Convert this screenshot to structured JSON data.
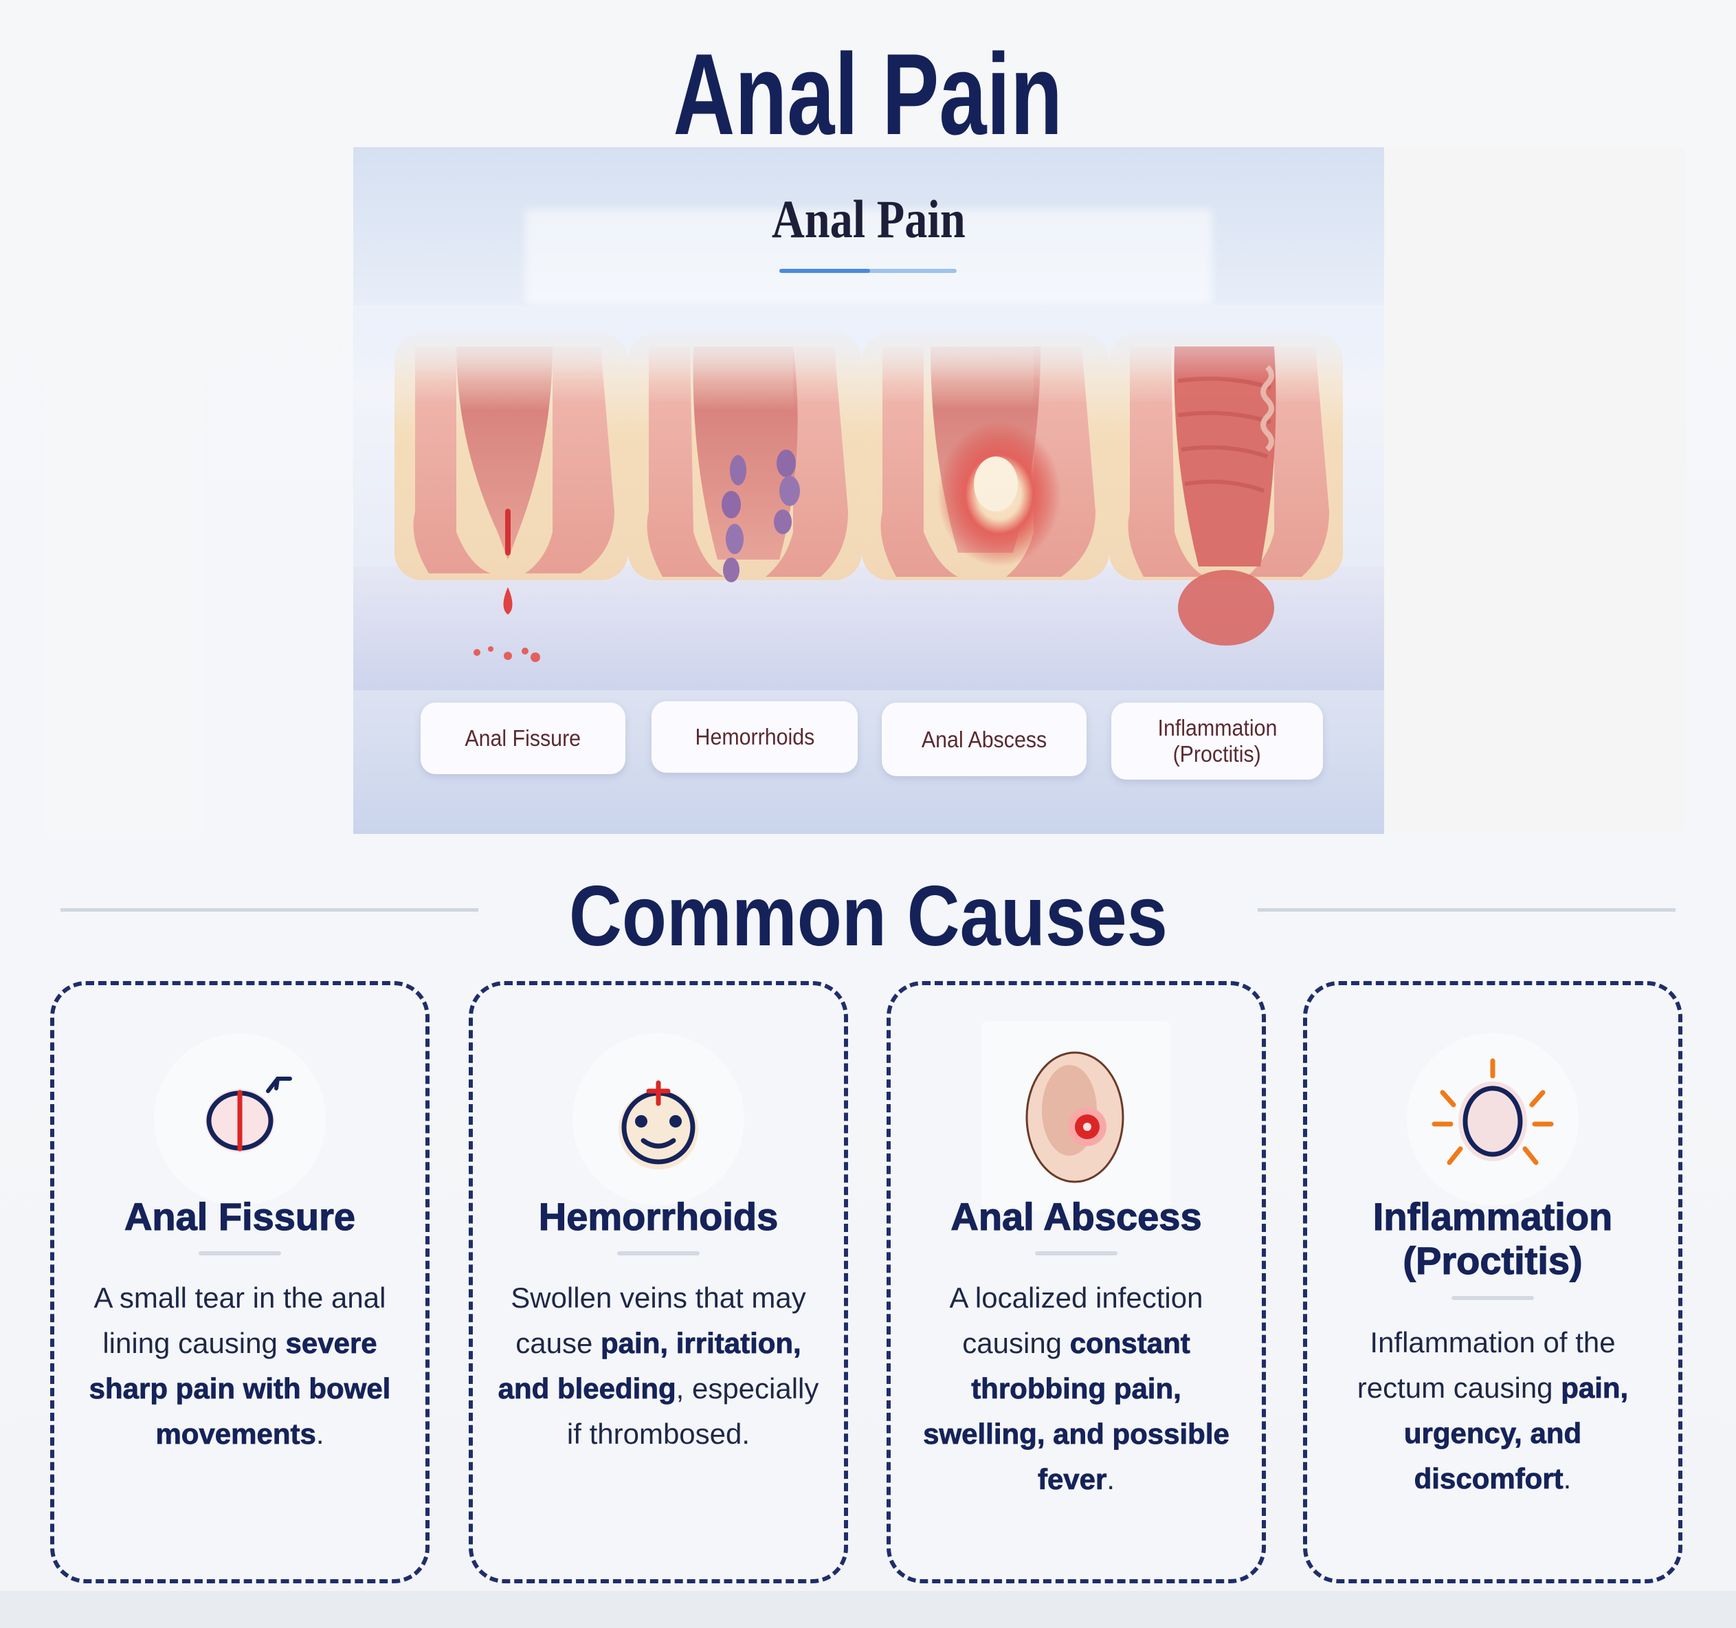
{
  "page": {
    "title": "Anal Pain"
  },
  "hero_image": {
    "title": "Anal Pain",
    "labels": [
      {
        "text": "Anal Fissure"
      },
      {
        "text": "Hemorrhoids"
      },
      {
        "text": "Anal Abscess"
      },
      {
        "text": "Inflammation (Proctitis)",
        "line1": "Inflammation",
        "line2": "(Proctitis)"
      }
    ],
    "colors": {
      "background_top": "#d5e0f1",
      "tissue": "#e8a39a",
      "accent_blue": "#4a8ae0",
      "label_text": "#5a2a30"
    }
  },
  "section": {
    "title": "Common Causes"
  },
  "cards": [
    {
      "title": "Anal Fissure",
      "icon": "fissure-icon",
      "desc": {
        "plain1": "A small tear in the anal lining causing ",
        "bold1": "severe sharp pain with bowel movements",
        "plain2": ".",
        "bold2": "",
        "plain3": ""
      }
    },
    {
      "title": "Hemorrhoids",
      "icon": "hemorrhoid-face-icon",
      "desc": {
        "plain1": "Swollen veins that may cause ",
        "bold1": "pain, irritation, and bleeding",
        "plain2": ", especially if thrombosed.",
        "bold2": "",
        "plain3": ""
      }
    },
    {
      "title": "Anal Abscess",
      "icon": "abscess-icon",
      "desc": {
        "plain1": "A localized infection causing ",
        "bold1": "constant throbbing pain, swelling, and possible fever",
        "plain2": ".",
        "bold2": "",
        "plain3": ""
      }
    },
    {
      "title_line1": "Inflammation",
      "title_line2": "(Proctitis)",
      "title": "Inflammation (Proctitis)",
      "icon": "inflammation-sun-icon",
      "desc": {
        "plain1": "Inflammation of the rectum causing ",
        "bold1": "pain, urgency, and discomfort",
        "plain2": ".",
        "bold2": "",
        "plain3": ""
      }
    }
  ],
  "colors": {
    "navy": "#152259",
    "card_border": "#1f2d6b",
    "divider": "#d5d9e4",
    "section_line": "#cfd6e0",
    "red": "#dc2626",
    "orange": "#f07a1a",
    "background": "#f4f6f9"
  }
}
